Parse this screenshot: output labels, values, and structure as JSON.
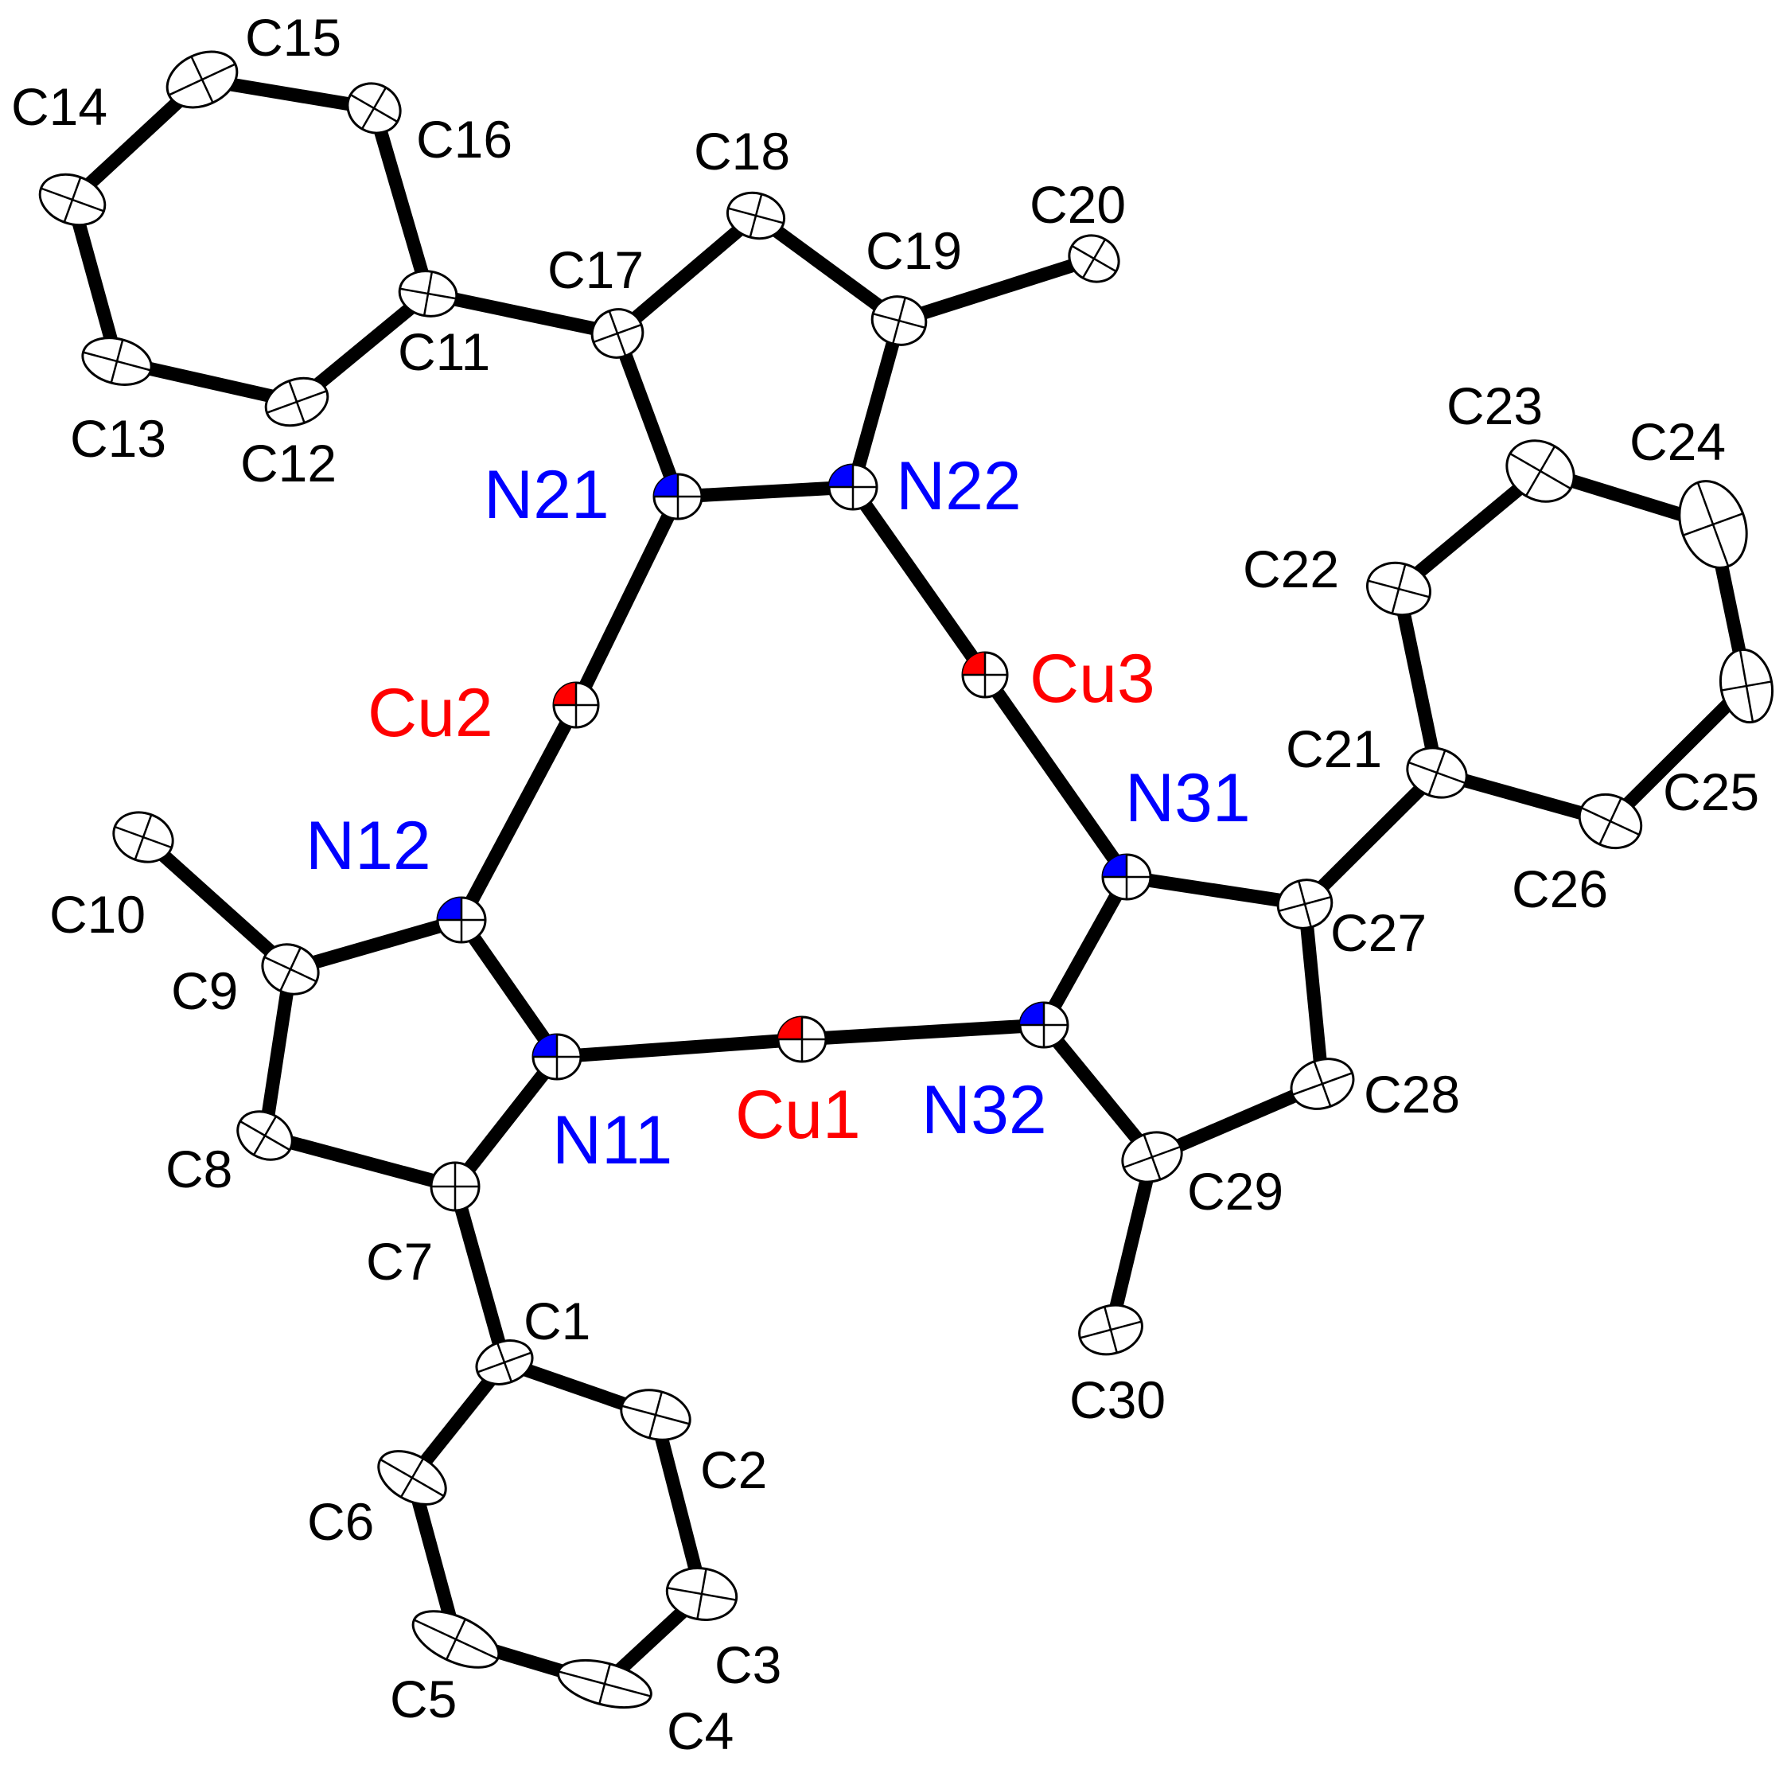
{
  "figure": {
    "type": "ORTEP crystal structure",
    "colors": {
      "C": "#000000",
      "N": "#0000ff",
      "Cu": "#ff0000",
      "bond": "#000000",
      "background": "#ffffff"
    }
  },
  "atoms": [
    {
      "id": "C1",
      "element": "C"
    },
    {
      "id": "C2",
      "element": "C"
    },
    {
      "id": "C3",
      "element": "C"
    },
    {
      "id": "C4",
      "element": "C"
    },
    {
      "id": "C5",
      "element": "C"
    },
    {
      "id": "C6",
      "element": "C"
    },
    {
      "id": "C7",
      "element": "C"
    },
    {
      "id": "C8",
      "element": "C"
    },
    {
      "id": "C9",
      "element": "C"
    },
    {
      "id": "C10",
      "element": "C"
    },
    {
      "id": "C11",
      "element": "C"
    },
    {
      "id": "C12",
      "element": "C"
    },
    {
      "id": "C13",
      "element": "C"
    },
    {
      "id": "C14",
      "element": "C"
    },
    {
      "id": "C15",
      "element": "C"
    },
    {
      "id": "C16",
      "element": "C"
    },
    {
      "id": "C17",
      "element": "C"
    },
    {
      "id": "C18",
      "element": "C"
    },
    {
      "id": "C19",
      "element": "C"
    },
    {
      "id": "C20",
      "element": "C"
    },
    {
      "id": "C21",
      "element": "C"
    },
    {
      "id": "C22",
      "element": "C"
    },
    {
      "id": "C23",
      "element": "C"
    },
    {
      "id": "C24",
      "element": "C"
    },
    {
      "id": "C25",
      "element": "C"
    },
    {
      "id": "C26",
      "element": "C"
    },
    {
      "id": "C27",
      "element": "C"
    },
    {
      "id": "C28",
      "element": "C"
    },
    {
      "id": "C29",
      "element": "C"
    },
    {
      "id": "C30",
      "element": "C"
    },
    {
      "id": "N11",
      "element": "N"
    },
    {
      "id": "N12",
      "element": "N"
    },
    {
      "id": "N21",
      "element": "N"
    },
    {
      "id": "N22",
      "element": "N"
    },
    {
      "id": "N31",
      "element": "N"
    },
    {
      "id": "N32",
      "element": "N"
    },
    {
      "id": "Cu1",
      "element": "Cu"
    },
    {
      "id": "Cu2",
      "element": "Cu"
    },
    {
      "id": "Cu3",
      "element": "Cu"
    }
  ],
  "bonds": [
    [
      "N11",
      "N12"
    ],
    [
      "N11",
      "Cu1"
    ],
    [
      "N11",
      "C7"
    ],
    [
      "N12",
      "C9"
    ],
    [
      "N12",
      "Cu2"
    ],
    [
      "C7",
      "C8"
    ],
    [
      "C8",
      "C9"
    ],
    [
      "C9",
      "C10"
    ],
    [
      "C7",
      "C1"
    ],
    [
      "C1",
      "C2"
    ],
    [
      "C2",
      "C3"
    ],
    [
      "C3",
      "C4"
    ],
    [
      "C4",
      "C5"
    ],
    [
      "C5",
      "C6"
    ],
    [
      "C6",
      "C1"
    ],
    [
      "N21",
      "N22"
    ],
    [
      "N21",
      "C17"
    ],
    [
      "N21",
      "Cu2"
    ],
    [
      "N22",
      "C19"
    ],
    [
      "N22",
      "Cu3"
    ],
    [
      "C17",
      "C18"
    ],
    [
      "C18",
      "C19"
    ],
    [
      "C19",
      "C20"
    ],
    [
      "C17",
      "C11"
    ],
    [
      "C11",
      "C12"
    ],
    [
      "C12",
      "C13"
    ],
    [
      "C13",
      "C14"
    ],
    [
      "C14",
      "C15"
    ],
    [
      "C15",
      "C16"
    ],
    [
      "C16",
      "C11"
    ],
    [
      "N31",
      "N32"
    ],
    [
      "N31",
      "C27"
    ],
    [
      "N31",
      "Cu3"
    ],
    [
      "N32",
      "C29"
    ],
    [
      "N32",
      "Cu1"
    ],
    [
      "C27",
      "C28"
    ],
    [
      "C28",
      "C29"
    ],
    [
      "C29",
      "C30"
    ],
    [
      "C27",
      "C21"
    ],
    [
      "C21",
      "C22"
    ],
    [
      "C22",
      "C23"
    ],
    [
      "C23",
      "C24"
    ],
    [
      "C24",
      "C25"
    ],
    [
      "C25",
      "C26"
    ],
    [
      "C26",
      "C21"
    ]
  ]
}
